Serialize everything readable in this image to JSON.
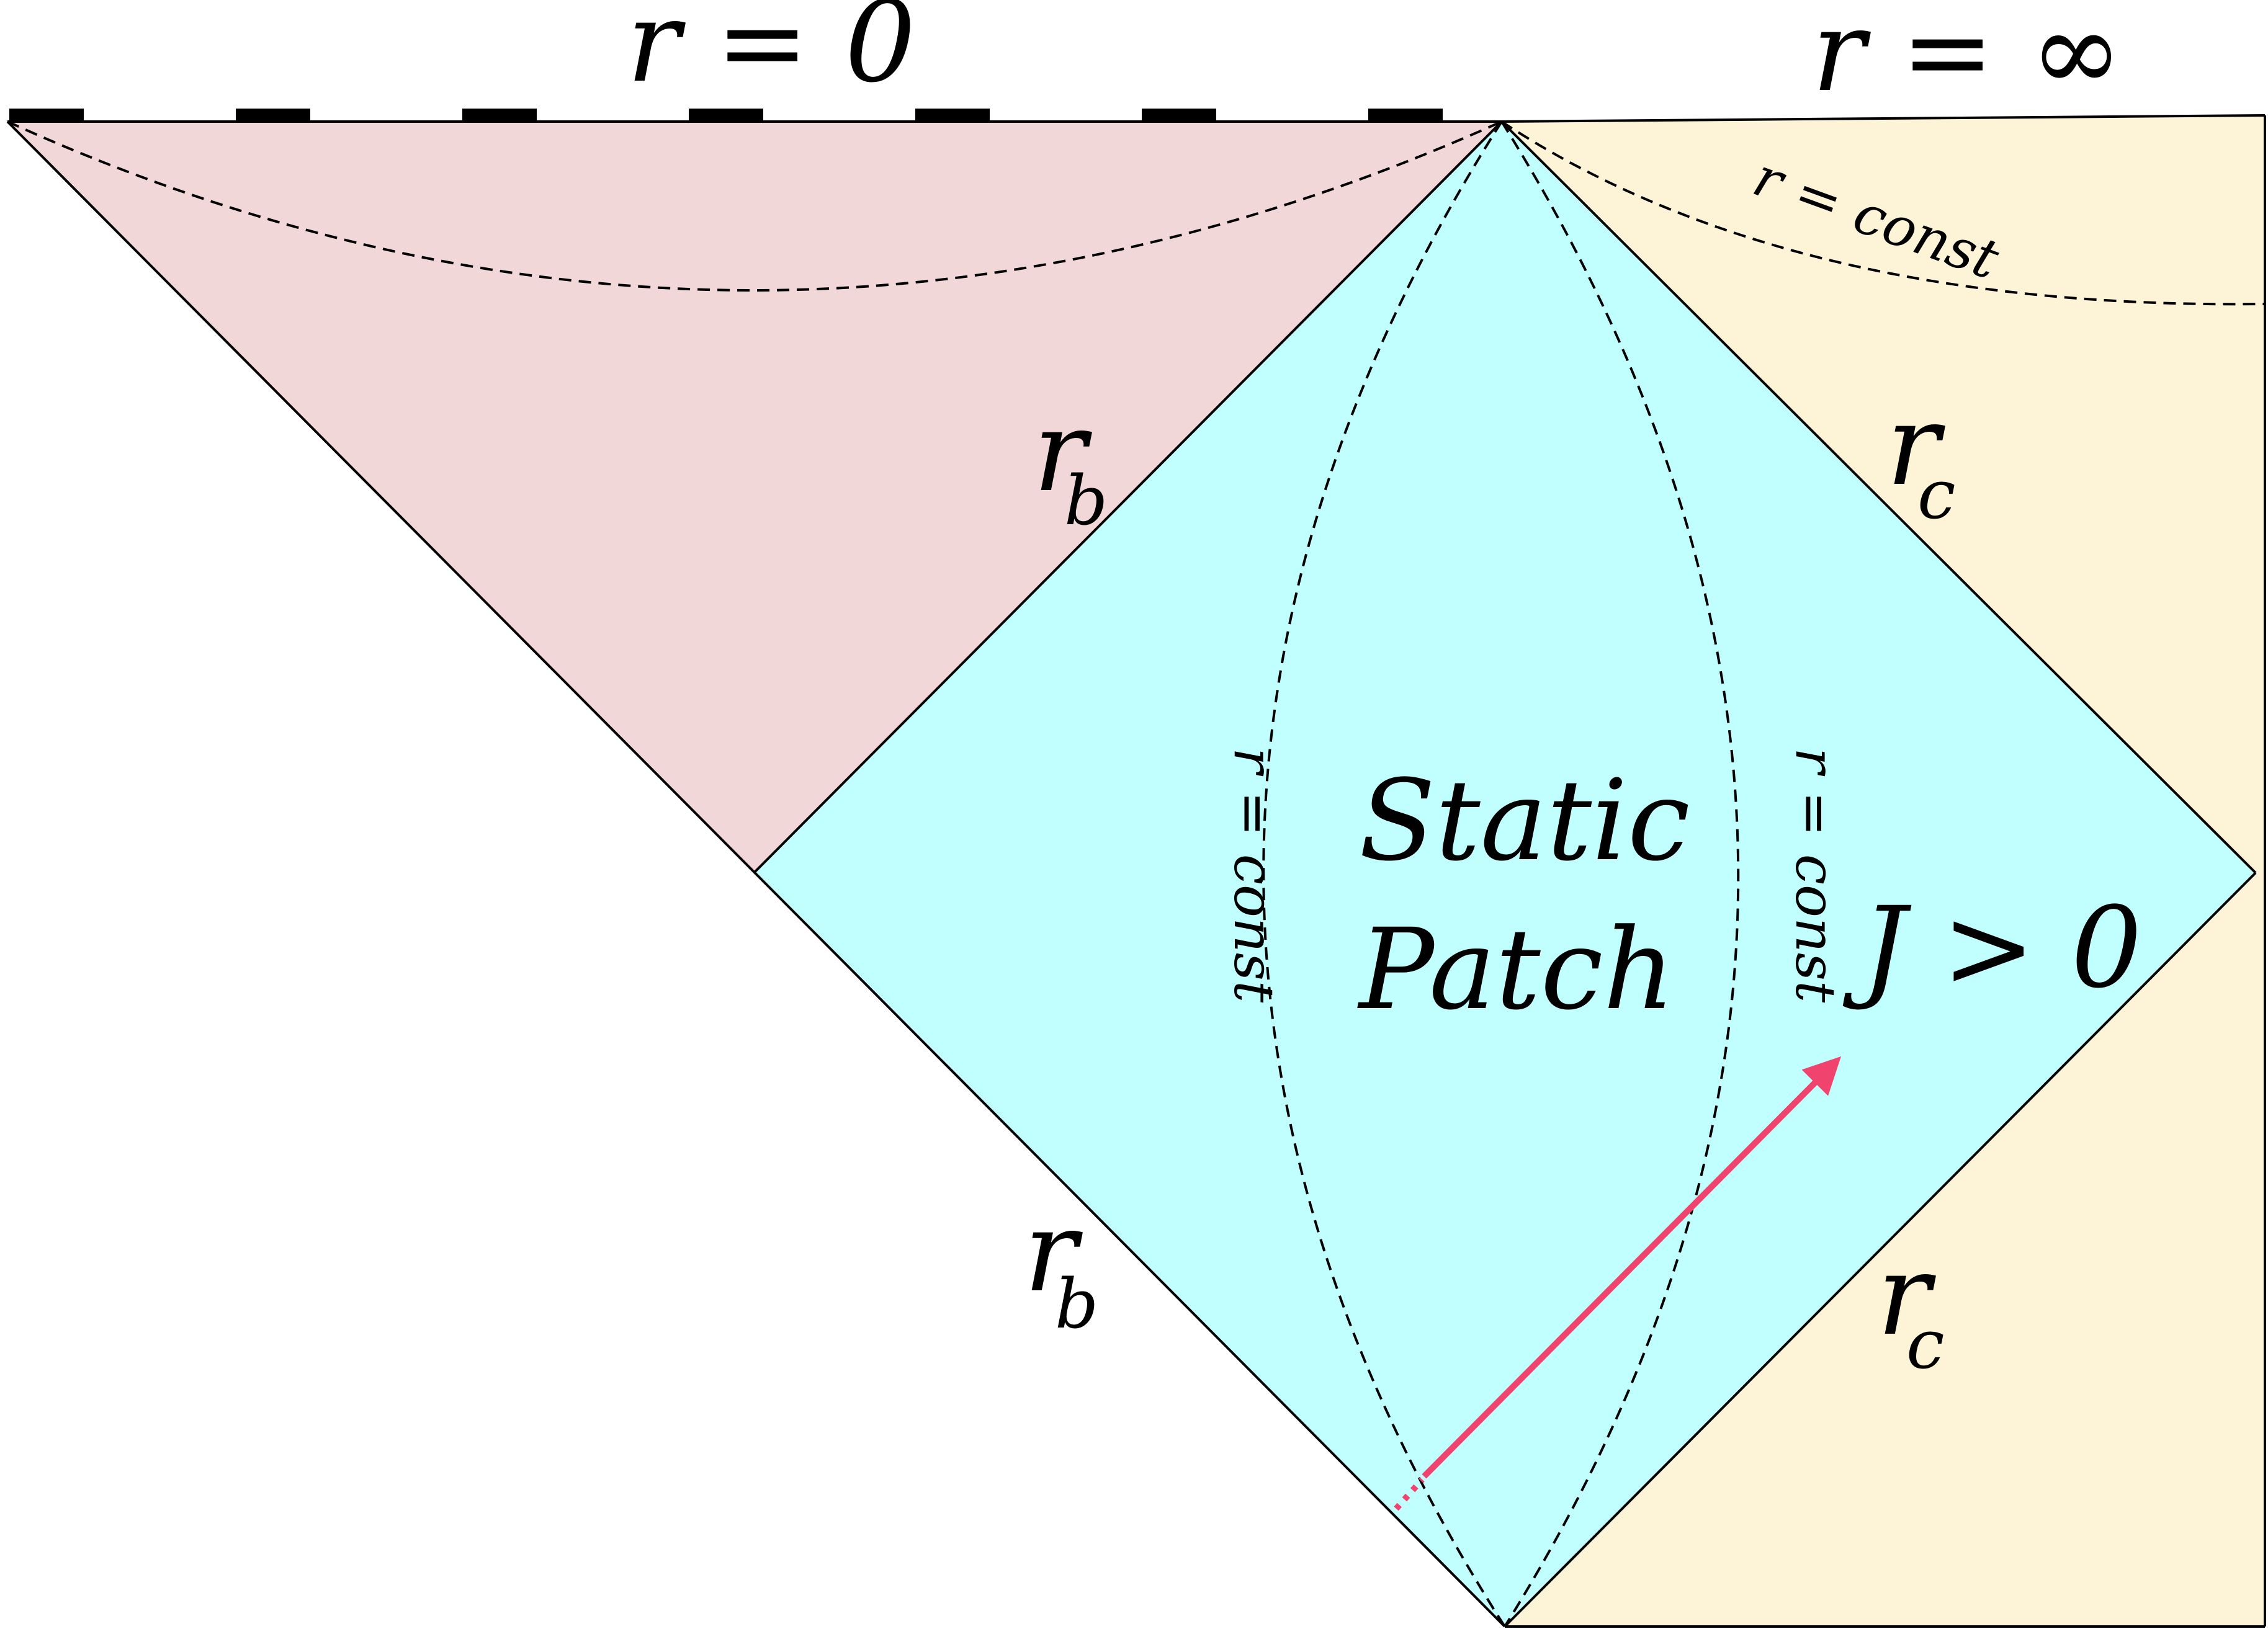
{
  "labels": {
    "r_zero": "r = 0",
    "r_infinity": "r = ∞",
    "r_b": "r",
    "r_b_sub": "b",
    "r_c": "r",
    "r_c_sub": "c",
    "r_const": "r = const",
    "static": "Static",
    "patch": "Patch",
    "j_positive": "J > 0"
  },
  "colors": {
    "pink_region": "#f2d7d8",
    "cyan_region": "#c1ffff",
    "cream_region": "#fdf4d8",
    "arrow": "#f0446e",
    "line": "#000000"
  }
}
